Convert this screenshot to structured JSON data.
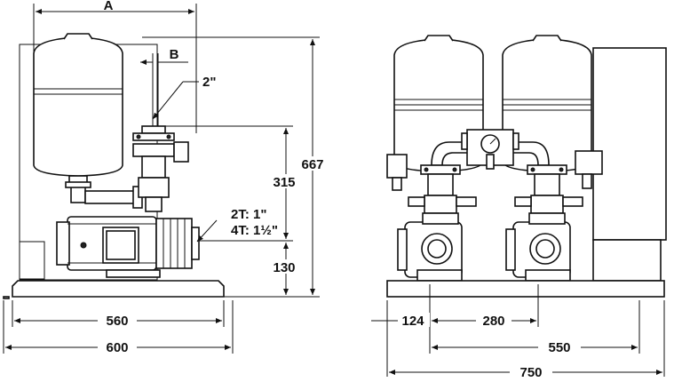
{
  "left_view": {
    "dim_A": "A",
    "dim_B": "B",
    "pipe_size": "2\"",
    "outlet_2t": "2T: 1\"",
    "outlet_4t": "4T: 1½\"",
    "height_315": "315",
    "height_130": "130",
    "height_667": "667",
    "width_560": "560",
    "width_600": "600"
  },
  "right_view": {
    "offset_124": "124",
    "spacing_280": "280",
    "width_550": "550",
    "width_750": "750"
  }
}
